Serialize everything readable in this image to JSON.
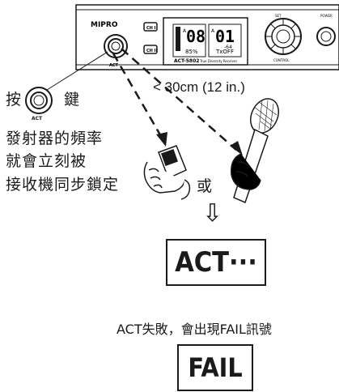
{
  "receiver": {
    "brand": "MIPRO",
    "act_label": "ACT",
    "ch1_label": "CH I",
    "ch2_label": "CH II",
    "ch1_channel": "08",
    "ch1_ch_label": "A",
    "ch2_channel": "01",
    "ch2_ch_label": "A",
    "ch1_status": "85%",
    "ch2_status": "TxOFF",
    "ch2_level": "-64",
    "model": "ACT-5802",
    "model_desc": "True Diversity Receiver",
    "set_label": "SET",
    "power_label": "POWER",
    "control_label": "CONTROL"
  },
  "instruction": {
    "line1_prefix": "按",
    "line1_suffix": "鍵",
    "button_label": "ACT",
    "line2": "發射器的頻率",
    "line3": "就會立刻被",
    "line4": "接收機同步鎖定"
  },
  "distance": "< 30cm (12 in.)",
  "or_label": "或",
  "down_arrow": "⇩",
  "act_display": "ACT···",
  "fail_caption": "ACT失敗，會出現FAIL訊號",
  "fail_display": "FAIL"
}
